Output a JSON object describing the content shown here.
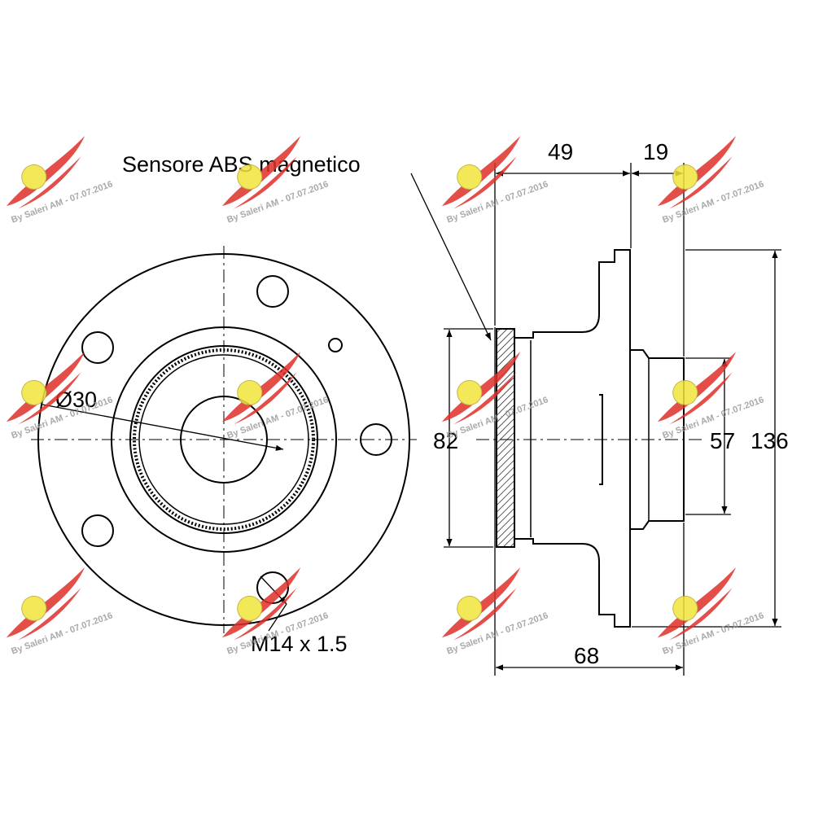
{
  "labels": {
    "sensor": "Sensore ABS magnetico",
    "inner_diameter": "Ø30",
    "thread": "M14 x 1.5"
  },
  "dimensions": {
    "top_left": "49",
    "top_right": "19",
    "left_height": "82",
    "inner_height": "57",
    "outer_height": "136",
    "bottom_width": "68"
  },
  "watermark": {
    "text": "By Saleri AM - 07.07.2016",
    "logo_icon": "winged-logo-icon",
    "colors": {
      "wing": "#e0302a",
      "badge": "#f2e53c"
    }
  },
  "colors": {
    "line": "#000000",
    "background": "#ffffff"
  }
}
